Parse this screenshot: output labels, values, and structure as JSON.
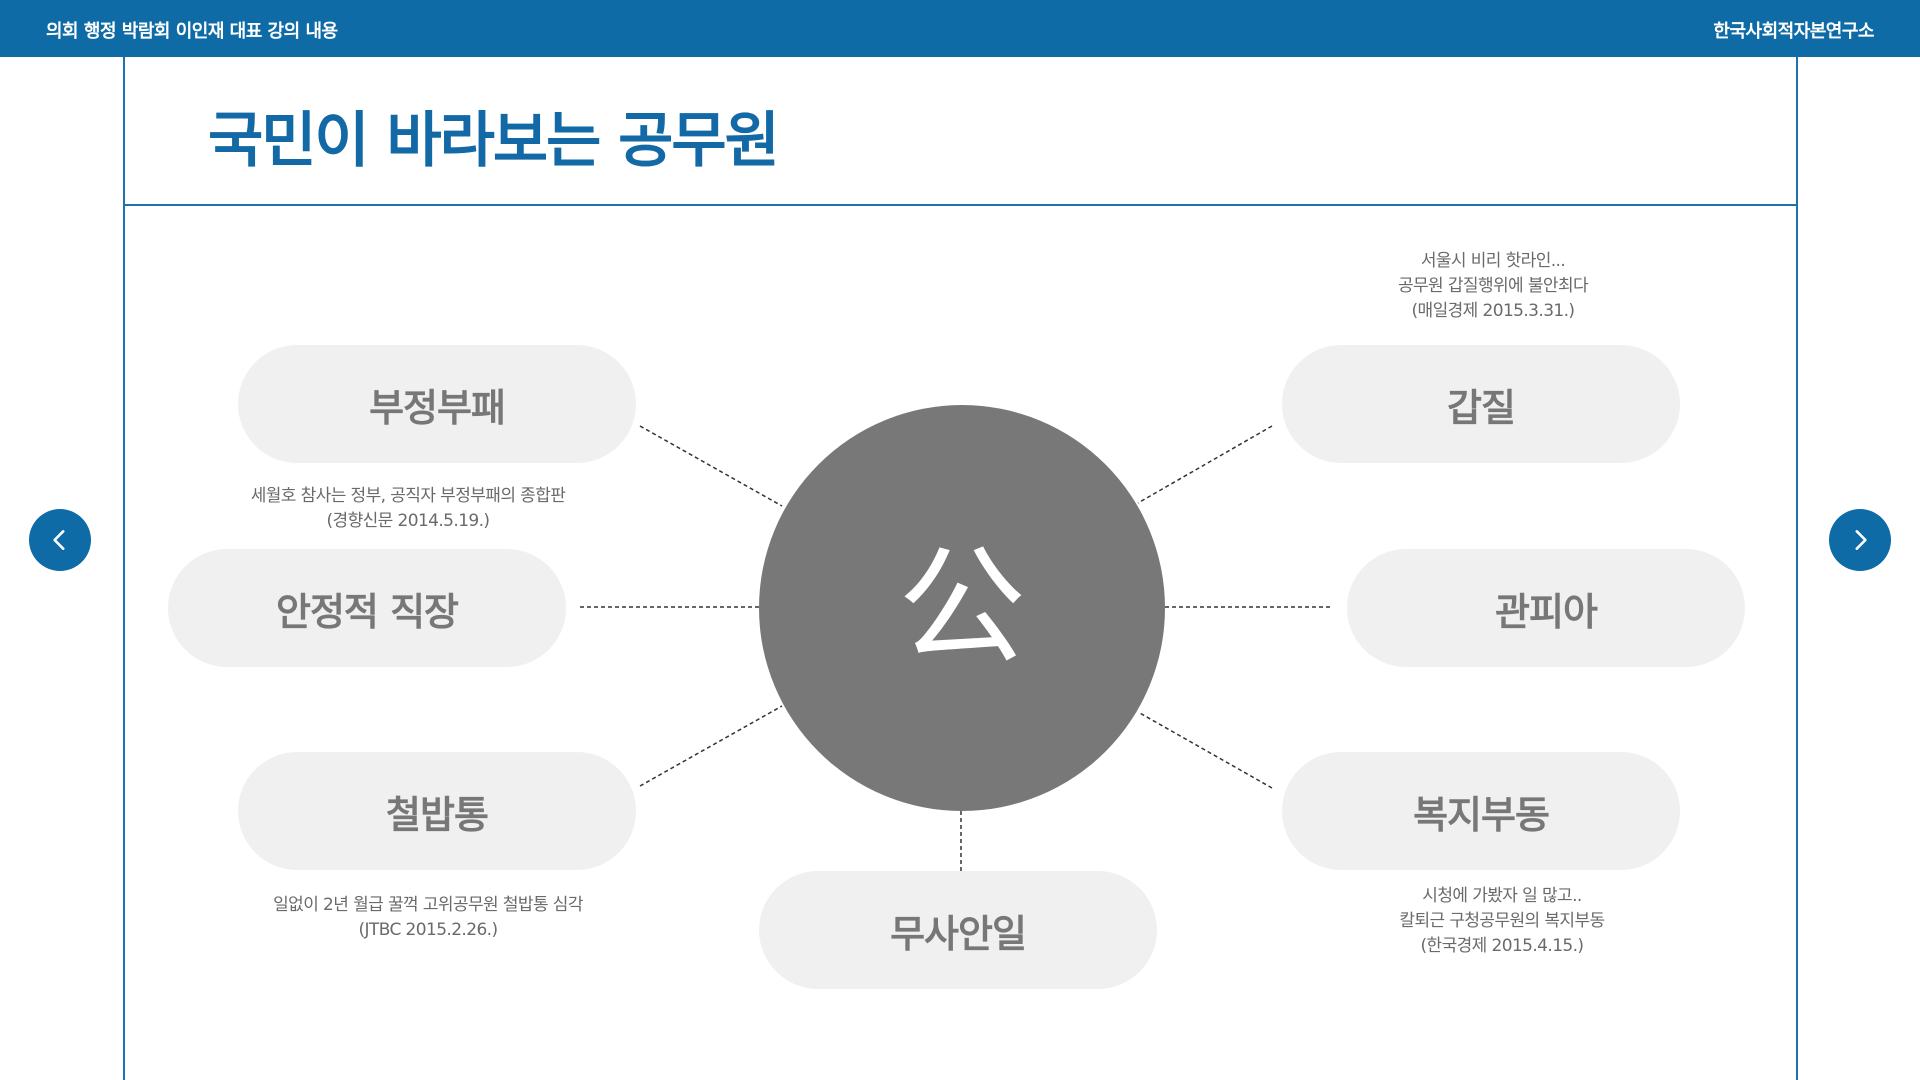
{
  "header": {
    "left_title": "의회 행정 박람회 이인재 대표 강의 내용",
    "right_title": "한국사회적자본연구소"
  },
  "slide": {
    "title": "국민이 바라보는 공무원",
    "center_char": "公"
  },
  "pills": {
    "top_left": "부정부패",
    "middle_left": "안정적 직장",
    "bottom_left": "철밥통",
    "top_right": "갑질",
    "middle_right": "관피아",
    "bottom_right": "복지부동",
    "bottom_center": "무사안일"
  },
  "notes": {
    "top_right": [
      "서울시 비리 핫라인...",
      "공무원 갑질행위에 불안최다",
      "(매일경제 2015.3.31.)"
    ],
    "left_mid": [
      "세월호 참사는 정부, 공직자 부정부패의 종합판",
      "(경향신문 2014.5.19.)"
    ],
    "bottom_left": [
      "일없이 2년 월급 꿀꺽 고위공무원 철밥통 심각",
      "(JTBC 2015.2.26.)"
    ],
    "bottom_right": [
      "시청에 가봤자 일 많고..",
      "칼퇴근 구청공무원의 복지부동",
      "(한국경제 2015.4.15.)"
    ]
  },
  "icons": {
    "prev": "chevron-left-icon",
    "next": "chevron-right-icon"
  },
  "colors": {
    "brand_blue": "#0f6ba6",
    "title_blue": "#1269a6",
    "circle_gray": "#787878",
    "pill_bg": "#f0f0f0",
    "pill_text": "#777777"
  }
}
